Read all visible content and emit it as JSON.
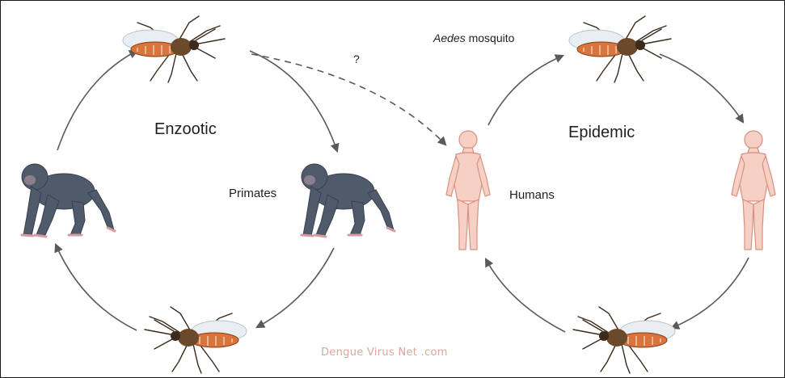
{
  "labels": {
    "enzootic": "Enzootic",
    "epidemic": "Epidemic",
    "primates": "Primates",
    "humans": "Humans",
    "aedes": "Aedes",
    "mosquito": " mosquito",
    "question": "?",
    "watermark": "Dengue Virus Net .com"
  },
  "colors": {
    "arrow": "#5a5a5a",
    "primate": "#4f5b6b",
    "human": "#f6d0c4",
    "human_outline": "#d9907f",
    "mosquito_body": "#6b4a2c",
    "mosquito_abdomen": "#d9743c",
    "watermark": "#d8a79a"
  },
  "icons": [
    "mosquito-icon",
    "primate-icon",
    "human-icon"
  ]
}
